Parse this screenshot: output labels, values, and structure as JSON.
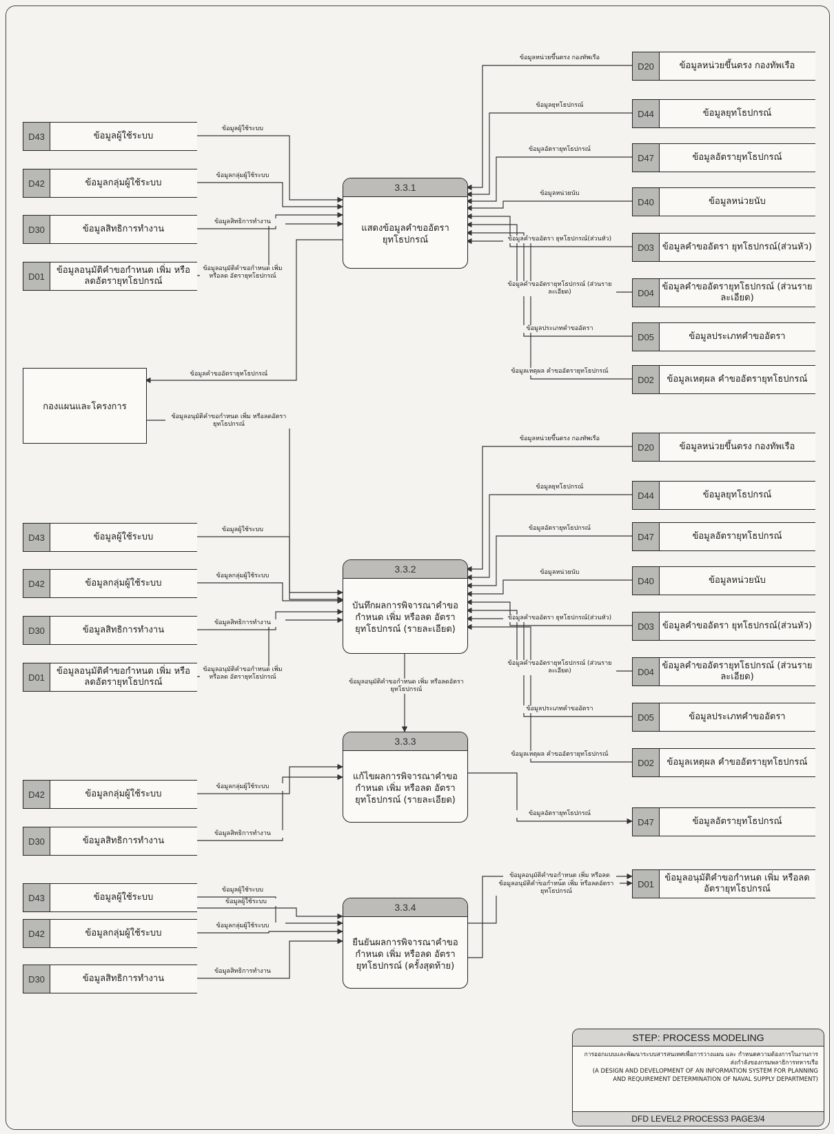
{
  "processes": [
    {
      "id": "3.3.1",
      "name": "แสดงข้อมูลคำขออัตรา ยุทโธปกรณ์"
    },
    {
      "id": "3.3.2",
      "name": "บันทึกผลการพิจารณาคำขอกำหนด เพิ่ม หรือลด อัตรายุทโธปกรณ์ (รายละเอียด)"
    },
    {
      "id": "3.3.3",
      "name": "แก้ไขผลการพิจารณาคำขอกำหนด เพิ่ม หรือลด อัตรายุทโธปกรณ์ (รายละเอียด)"
    },
    {
      "id": "3.3.4",
      "name": "ยืนยันผลการพิจารณาคำขอกำหนด เพิ่ม หรือลด อัตรายุทโธปกรณ์ (ครั้งสุดท้าย)"
    }
  ],
  "external_entity": {
    "name": "กองแผนและโครงการ"
  },
  "left_stores": [
    {
      "id": "D43",
      "name": "ข้อมูลผู้ใช้ระบบ",
      "flow": "ข้อมูลผู้ใช้ระบบ"
    },
    {
      "id": "D42",
      "name": "ข้อมูลกลุ่มผู้ใช้ระบบ",
      "flow": "ข้อมูลกลุ่มผู้ใช้ระบบ"
    },
    {
      "id": "D30",
      "name": "ข้อมูลสิทธิการทำงาน",
      "flow": "ข้อมูลสิทธิการทำงาน"
    },
    {
      "id": "D01",
      "name": "ข้อมูลอนุมัติคำขอกำหนด เพิ่ม หรือลดอัตรายุทโธปกรณ์",
      "flow": "ข้อมูลอนุมัติคำขอกำหนด เพิ่ม หรือลด อัตรายุทโธปกรณ์"
    },
    {
      "id": "D43",
      "name": "ข้อมูลผู้ใช้ระบบ",
      "flow": "ข้อมูลผู้ใช้ระบบ"
    },
    {
      "id": "D42",
      "name": "ข้อมูลกลุ่มผู้ใช้ระบบ",
      "flow": "ข้อมูลกลุ่มผู้ใช้ระบบ"
    },
    {
      "id": "D30",
      "name": "ข้อมูลสิทธิการทำงาน",
      "flow": "ข้อมูลสิทธิการทำงาน"
    },
    {
      "id": "D01",
      "name": "ข้อมูลอนุมัติคำขอกำหนด เพิ่ม หรือลดอัตรายุทโธปกรณ์",
      "flow": "ข้อมูลอนุมัติคำขอกำหนด เพิ่ม หรือลด อัตรายุทโธปกรณ์"
    },
    {
      "id": "D42",
      "name": "ข้อมูลกลุ่มผู้ใช้ระบบ",
      "flow": "ข้อมูลกลุ่มผู้ใช้ระบบ"
    },
    {
      "id": "D30",
      "name": "ข้อมูลสิทธิการทำงาน",
      "flow": "ข้อมูลสิทธิการทำงาน"
    },
    {
      "id": "D43",
      "name": "ข้อมูลผู้ใช้ระบบ",
      "flow": "ข้อมูลผู้ใช้ระบบ"
    },
    {
      "id": "D42",
      "name": "ข้อมูลกลุ่มผู้ใช้ระบบ",
      "flow": "ข้อมูลกลุ่มผู้ใช้ระบบ"
    },
    {
      "id": "D30",
      "name": "ข้อมูลสิทธิการทำงาน",
      "flow": "ข้อมูลสิทธิการทำงาน"
    }
  ],
  "extra_flows": {
    "d43_to_334": "ข้อมูลผู้ใช้ระบบ"
  },
  "right_stores": [
    {
      "id": "D20",
      "name": "ข้อมูลหน่วยขึ้นตรง กองทัพเรือ",
      "flow": "ข้อมูลหน่วยขึ้นตรง กองทัพเรือ"
    },
    {
      "id": "D44",
      "name": "ข้อมูลยุทโธปกรณ์",
      "flow": "ข้อมูลยุทโธปกรณ์"
    },
    {
      "id": "D47",
      "name": "ข้อมูลอัตรายุทโธปกรณ์",
      "flow": "ข้อมูลอัตรายุทโธปกรณ์"
    },
    {
      "id": "D40",
      "name": "ข้อมูลหน่วยนับ",
      "flow": "ข้อมูลหน่วยนับ"
    },
    {
      "id": "D03",
      "name": "ข้อมูลคำขออัตรา ยุทโธปกรณ์(ส่วนหัว)",
      "flow": "ข้อมูลคำขออัตรา ยุทโธปกรณ์(ส่วนหัว)"
    },
    {
      "id": "D04",
      "name": "ข้อมูลคำขออัตรายุทโธปกรณ์ (ส่วนรายละเอียด)",
      "flow": "ข้อมูลคำขออัตรายุทโธปกรณ์ (ส่วนรายละเอียด)"
    },
    {
      "id": "D05",
      "name": "ข้อมูลประเภทคำขออัตรา",
      "flow": "ข้อมูลประเภทคำขออัตรา"
    },
    {
      "id": "D02",
      "name": "ข้อมูลเหตุผล คำขออัตรายุทโธปกรณ์",
      "flow": "ข้อมูลเหตุผล คำขออัตรายุทโธปกรณ์"
    },
    {
      "id": "D20",
      "name": "ข้อมูลหน่วยขึ้นตรง กองทัพเรือ",
      "flow": "ข้อมูลหน่วยขึ้นตรง กองทัพเรือ"
    },
    {
      "id": "D44",
      "name": "ข้อมูลยุทโธปกรณ์",
      "flow": "ข้อมูลยุทโธปกรณ์"
    },
    {
      "id": "D47",
      "name": "ข้อมูลอัตรายุทโธปกรณ์",
      "flow": "ข้อมูลอัตรายุทโธปกรณ์"
    },
    {
      "id": "D40",
      "name": "ข้อมูลหน่วยนับ",
      "flow": "ข้อมูลหน่วยนับ"
    },
    {
      "id": "D03",
      "name": "ข้อมูลคำขออัตรา ยุทโธปกรณ์(ส่วนหัว)",
      "flow": "ข้อมูลคำขออัตรา ยุทโธปกรณ์(ส่วนหัว)"
    },
    {
      "id": "D04",
      "name": "ข้อมูลคำขออัตรายุทโธปกรณ์ (ส่วนรายละเอียด)",
      "flow": "ข้อมูลคำขออัตรายุทโธปกรณ์ (ส่วนรายละเอียด)"
    },
    {
      "id": "D05",
      "name": "ข้อมูลประเภทคำขออัตรา",
      "flow": "ข้อมูลประเภทคำขออัตรา"
    },
    {
      "id": "D02",
      "name": "ข้อมูลเหตุผล คำขออัตรายุทโธปกรณ์",
      "flow": "ข้อมูลเหตุผล คำขออัตรายุทโธปกรณ์"
    },
    {
      "id": "D47",
      "name": "ข้อมูลอัตรายุทโธปกรณ์",
      "flow": "ข้อมูลอัตรายุทโธปกรณ์"
    },
    {
      "id": "D01",
      "name": "ข้อมูลอนุมัติคำขอกำหนด เพิ่ม หรือลดอัตรายุทโธปกรณ์",
      "flow": "ข้อมูลอนุมัติคำขอกำหนด เพิ่ม หรือลดอัตรายุทโธปกรณ์"
    }
  ],
  "other_flows": {
    "to_external": "ข้อมูลคำขออัตรายุทโธปกรณ์",
    "from_external": "ข้อมูลอนุมัติคำขอกำหนด เพิ่ม หรือลดอัตรายุทโธปกรณ์",
    "p332_to_p333": "ข้อมูลอนุมัติคำขอกำหนด เพิ่ม หรือลดอัตรายุทโธปกรณ์",
    "p334_to_d01": "ข้อมูลอนุมัติคำขอกำหนด เพิ่ม หรือลดอัตรายุทโธปกรณ์"
  },
  "title_block": {
    "step": "STEP: PROCESS MODELING",
    "desc_th": "การออกแบบและพัฒนาระบบสารสนเทศเพื่อการวางแผน และ กำหนดความต้องการในงานการส่งกำลังของกรมพลาธิการทหารเรือ",
    "desc_en": "(A DESIGN AND DEVELOPMENT OF AN INFORMATION SYSTEM FOR PLANNING AND REQUIREMENT DETERMINATION OF NAVAL SUPPLY DEPARTMENT)",
    "footer": "DFD LEVEL2 PROCESS3 PAGE3/4"
  }
}
